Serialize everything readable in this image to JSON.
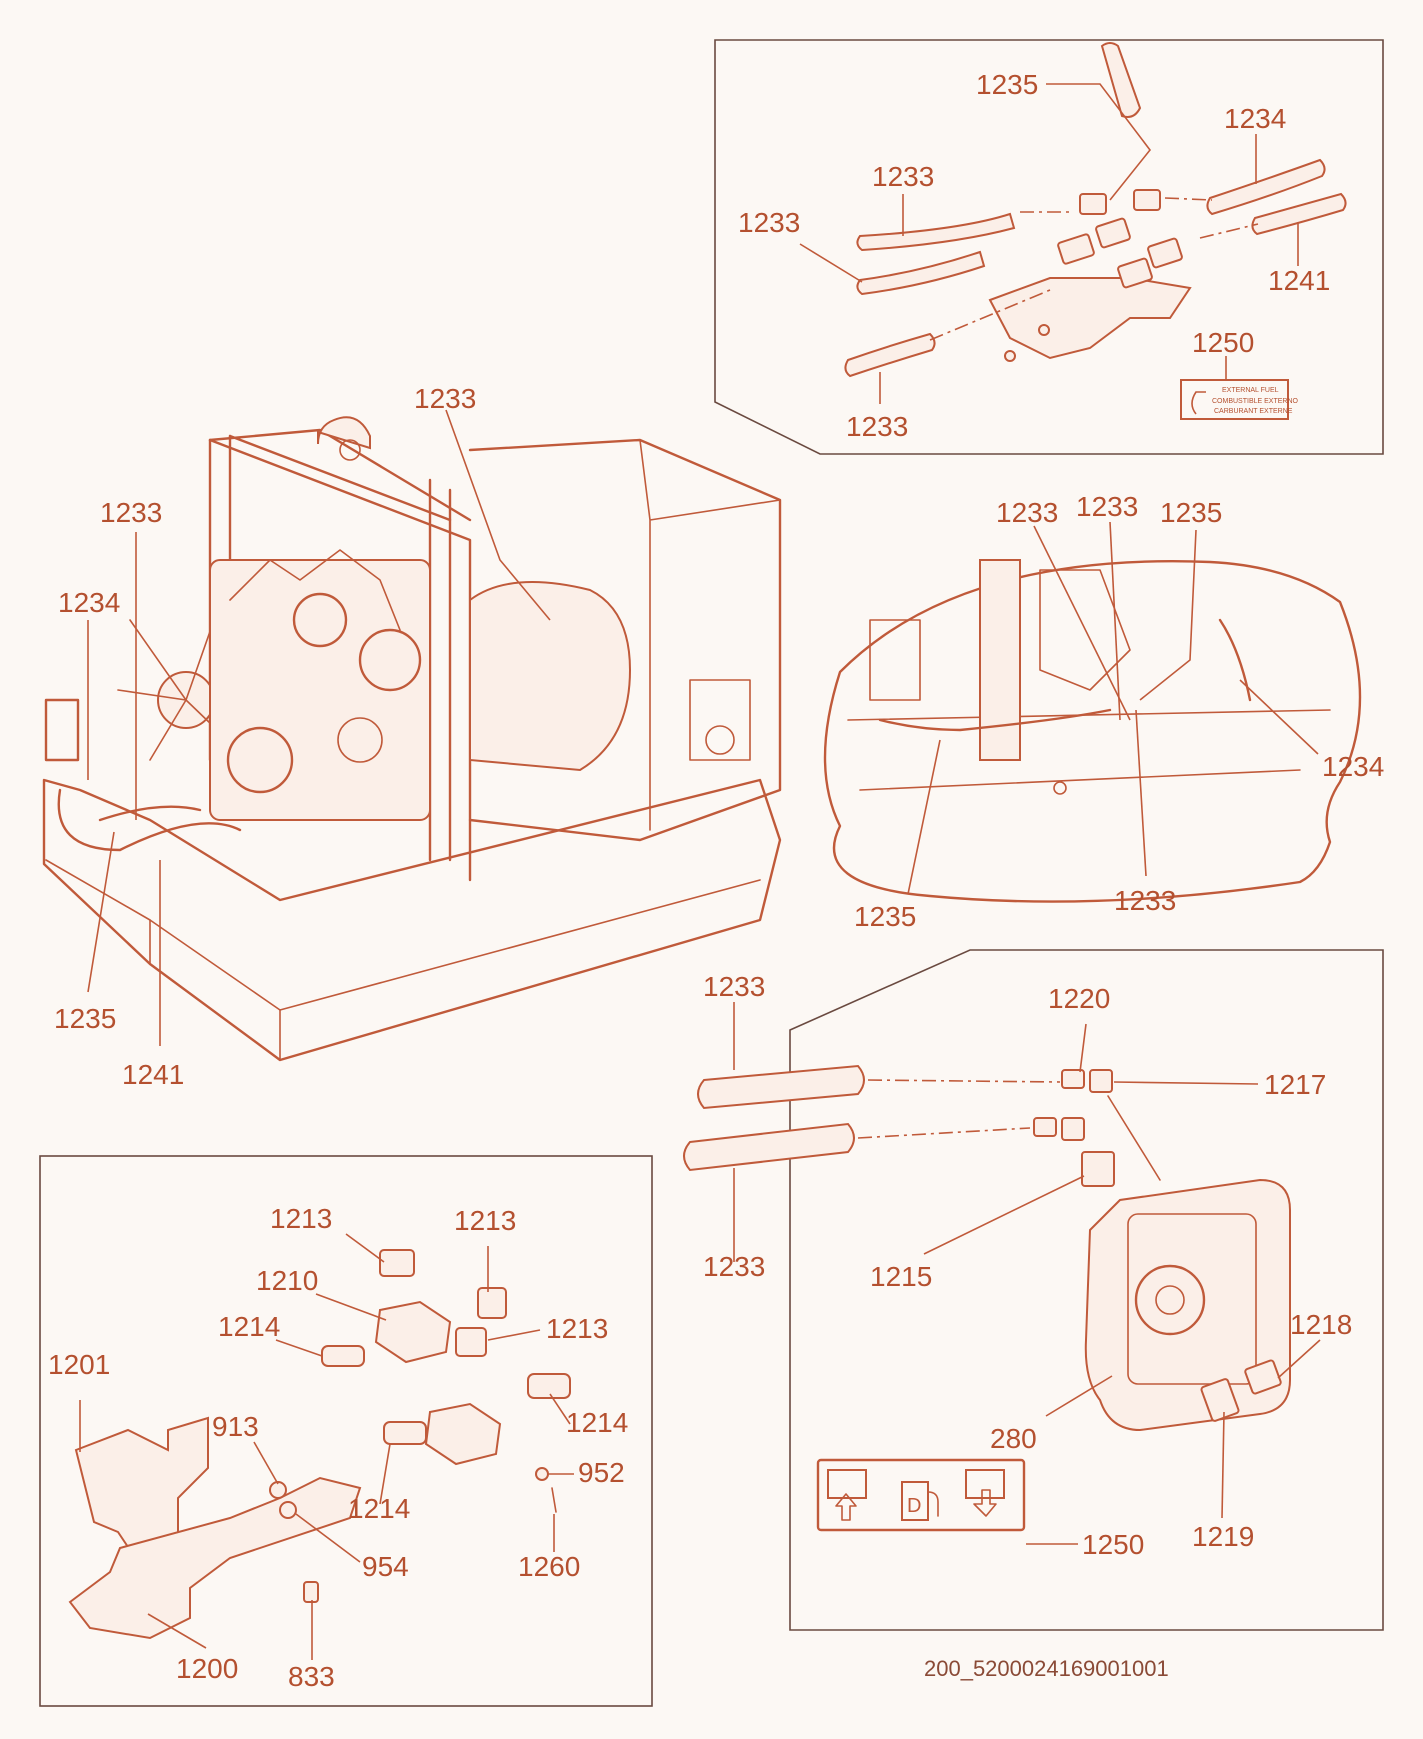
{
  "figure_id": "200_5200024169001001",
  "decal_text": [
    "EXTERNAL FUEL",
    "COMBUSTIBLE EXTERNO",
    "CARBURANT EXTERNE"
  ],
  "decal_icon_letter": "D",
  "callouts": {
    "top_1235": "1235",
    "top_1234": "1234",
    "top_1233_a": "1233",
    "top_1233_b": "1233",
    "top_1241": "1241",
    "top_1250": "1250",
    "top_1233_c": "1233",
    "main_1233_center": "1233",
    "main_1233_left": "1233",
    "main_1234": "1234",
    "main_1235": "1235",
    "main_1241": "1241",
    "mid_1233_a": "1233",
    "mid_1233_b": "1233",
    "mid_1235_top": "1235",
    "mid_1234": "1234",
    "mid_1235_bottom": "1235",
    "mid_1233_bottom": "1233",
    "br_1233_top": "1233",
    "br_1220": "1220",
    "br_1217": "1217",
    "br_1215": "1215",
    "br_1233_bottom": "1233",
    "br_1218": "1218",
    "br_280": "280",
    "br_1219": "1219",
    "br_1250": "1250",
    "bl_1213_a": "1213",
    "bl_1213_b": "1213",
    "bl_1210": "1210",
    "bl_1214_a": "1214",
    "bl_1213_c": "1213",
    "bl_1201": "1201",
    "bl_913": "913",
    "bl_1214_b": "1214",
    "bl_952": "952",
    "bl_1214_c": "1214",
    "bl_954": "954",
    "bl_1260": "1260",
    "bl_1200": "1200",
    "bl_833": "833"
  }
}
